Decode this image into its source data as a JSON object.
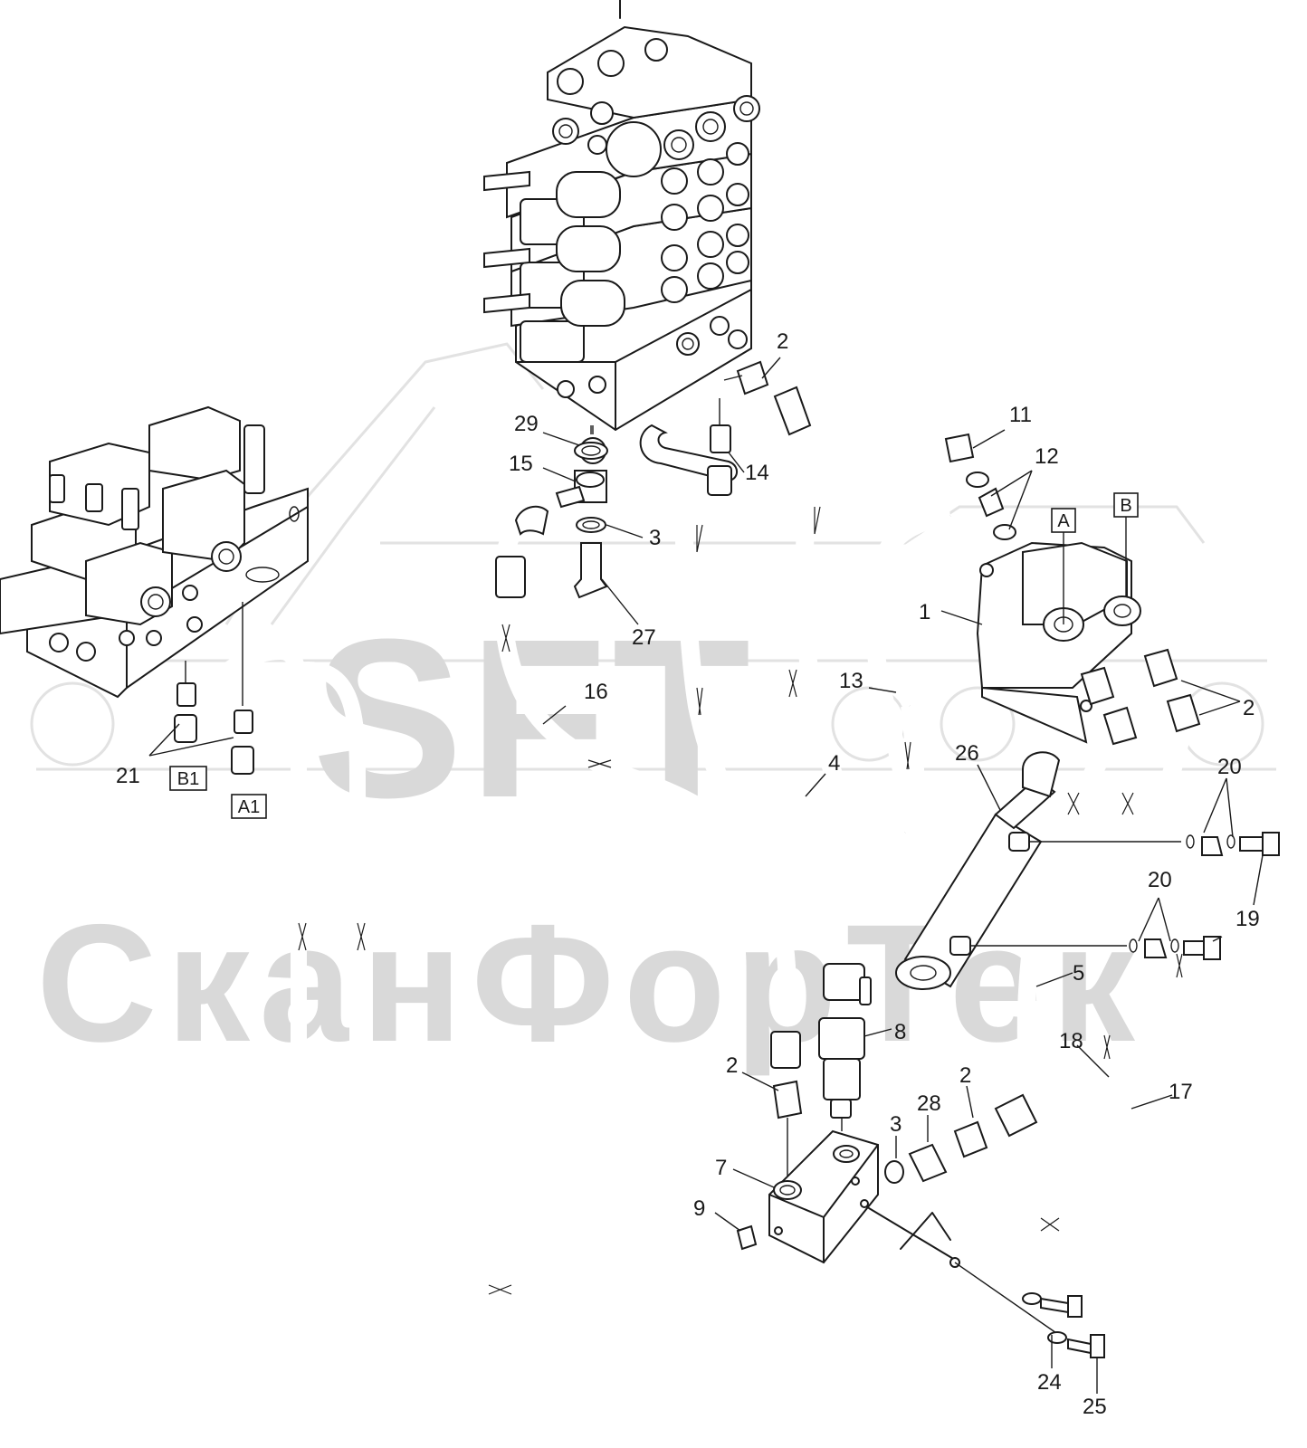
{
  "watermark": {
    "logo_text": "SFT",
    "brand_text": "СканФорТек"
  },
  "port_labels": {
    "A": "A",
    "B": "B",
    "A1": "A1",
    "B1": "B1"
  },
  "callouts": [
    {
      "id": "c1",
      "text": "1"
    },
    {
      "id": "c2a",
      "text": "2"
    },
    {
      "id": "c2b",
      "text": "2"
    },
    {
      "id": "c2c",
      "text": "2"
    },
    {
      "id": "c2d",
      "text": "2"
    },
    {
      "id": "c3a",
      "text": "3"
    },
    {
      "id": "c3b",
      "text": "3"
    },
    {
      "id": "c4",
      "text": "4"
    },
    {
      "id": "c5",
      "text": "5"
    },
    {
      "id": "c7",
      "text": "7"
    },
    {
      "id": "c8",
      "text": "8"
    },
    {
      "id": "c9",
      "text": "9"
    },
    {
      "id": "c11",
      "text": "11"
    },
    {
      "id": "c12",
      "text": "12"
    },
    {
      "id": "c13",
      "text": "13"
    },
    {
      "id": "c14",
      "text": "14"
    },
    {
      "id": "c15",
      "text": "15"
    },
    {
      "id": "c16",
      "text": "16"
    },
    {
      "id": "c17",
      "text": "17"
    },
    {
      "id": "c18",
      "text": "18"
    },
    {
      "id": "c19",
      "text": "19"
    },
    {
      "id": "c20a",
      "text": "20"
    },
    {
      "id": "c20b",
      "text": "20"
    },
    {
      "id": "c21",
      "text": "21"
    },
    {
      "id": "c24",
      "text": "24"
    },
    {
      "id": "c25",
      "text": "25"
    },
    {
      "id": "c26",
      "text": "26"
    },
    {
      "id": "c27",
      "text": "27"
    },
    {
      "id": "c28",
      "text": "28"
    },
    {
      "id": "c29",
      "text": "29"
    }
  ]
}
